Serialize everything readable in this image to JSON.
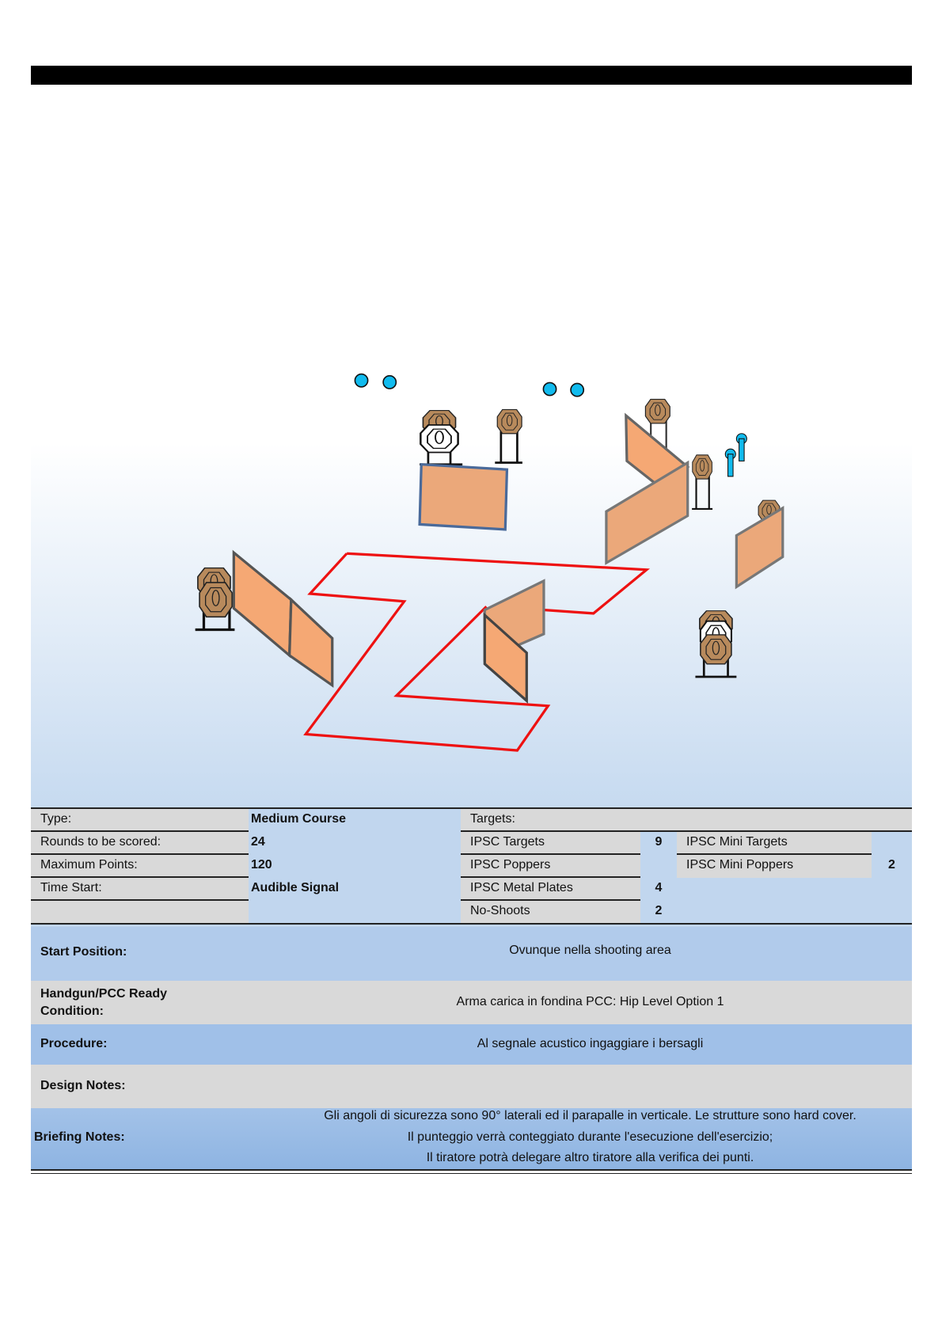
{
  "header_bar": {},
  "summary": {
    "type_label": "Type:",
    "type_value": "Medium Course",
    "rounds_label": "Rounds to be scored:",
    "rounds_value": "24",
    "max_points_label": "Maximum Points:",
    "max_points_value": "120",
    "time_start_label": "Time Start:",
    "time_start_value": "Audible Signal"
  },
  "targets": {
    "header": "Targets:",
    "ipsc_targets_label": "IPSC Targets",
    "ipsc_targets_value": "9",
    "ipsc_poppers_label": "IPSC Poppers",
    "ipsc_metal_plates_label": "IPSC Metal Plates",
    "ipsc_metal_plates_value": "4",
    "no_shoots_label": "No-Shoots",
    "no_shoots_value": "2",
    "ipsc_mini_targets_label": "IPSC Mini Targets",
    "ipsc_mini_poppers_label": "IPSC Mini Poppers",
    "ipsc_mini_poppers_value": "2"
  },
  "sections": {
    "start_position_label": "Start Position:",
    "start_position_value": "Ovunque nella shooting area",
    "ready_condition_label_1": "Handgun/PCC Ready",
    "ready_condition_label_2": "Condition:",
    "ready_condition_value": "Arma carica in fondina PCC: Hip Level Option 1",
    "procedure_label": "Procedure:",
    "procedure_value": "Al segnale acustico ingaggiare i bersagli",
    "design_notes_label": "Design Notes:",
    "briefing_notes_label": "Briefing Notes:",
    "briefing_notes_lines": [
      "Gli angoli di sicurezza sono 90° laterali ed il parapalle in verticale. Le strutture sono hard cover.",
      "Il punteggio verrà conteggiato durante l'esecuzione dell'esercizio;",
      "Il tiratore potrà delegare altro tiratore alla verifica dei punti."
    ]
  },
  "colors": {
    "wall": "#f0a878",
    "fault_line": "#ee1111",
    "steel": "#11bbee",
    "target": "#b88a5c"
  }
}
